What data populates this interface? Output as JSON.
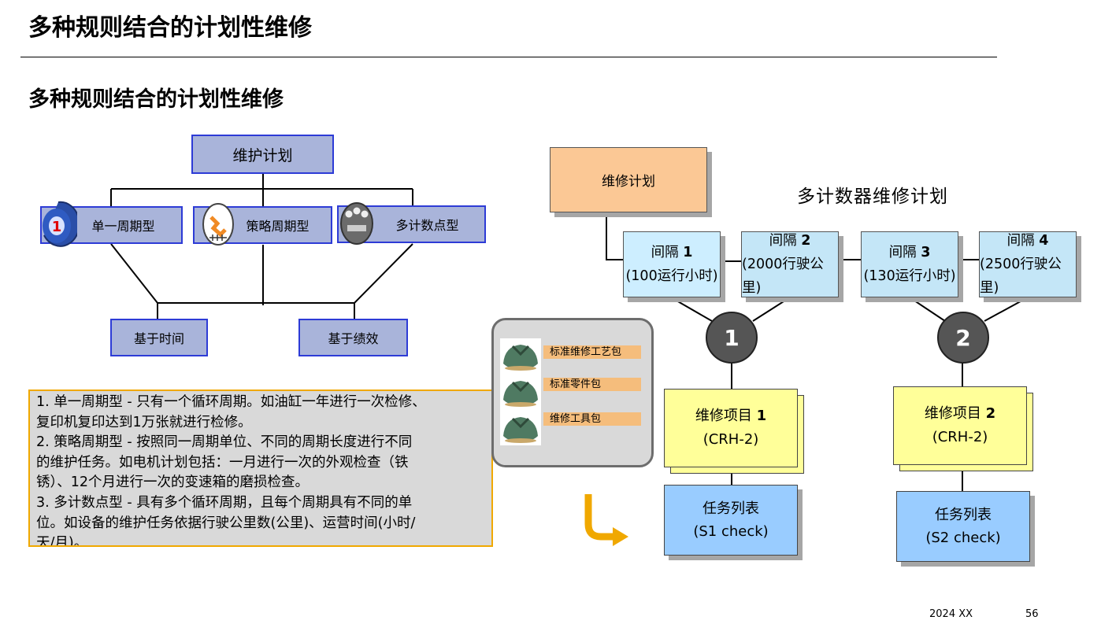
{
  "page": {
    "title": "多种规则结合的计划性维修",
    "section_title": "多种规则结合的计划性维修",
    "footer_date": "2024 XX",
    "page_number": "56"
  },
  "left_diagram": {
    "root": "维护计划",
    "types": [
      {
        "label": "单一周期型",
        "icon": "cycle-number-icon",
        "icon_text": "1"
      },
      {
        "label": "策略周期型",
        "icon": "strategy-icon"
      },
      {
        "label": "多计数点型",
        "icon": "gauge-cluster-icon"
      }
    ],
    "bases": [
      "基于时间",
      "基于绩效"
    ]
  },
  "notes": [
    "1. 单一周期型 - 只有一个循环周期。如油缸一年进行一次检修、",
    "复印机复印达到1万张就进行检修。",
    "2. 策略周期型 - 按照同一周期单位、不同的周期长度进行不同",
    "的维护任务。如电机计划包括：一月进行一次的外观检查（铁",
    "锈）、12个月进行一次的变速箱的磨损检查。",
    "3. 多计数点型 - 具有多个循环周期，且每个周期具有不同的单",
    "位。如设备的维护任务依据行驶公里数(公里)、运营时间(小时/",
    "天/月)。"
  ],
  "right_diagram": {
    "plan": "维修计划",
    "title": "多计数器维修计划",
    "intervals": [
      {
        "label": "间隔",
        "num": "1",
        "detail": "(100运行小时)"
      },
      {
        "label": "间隔",
        "num": "2",
        "detail": "(2000行驶公里)"
      },
      {
        "label": "间隔",
        "num": "3",
        "detail": "(130运行小时)"
      },
      {
        "label": "间隔",
        "num": "4",
        "detail": "(2500行驶公里)"
      }
    ],
    "nodes": [
      "1",
      "2"
    ],
    "items": [
      {
        "label": "维修项目",
        "num": "1",
        "code": "(CRH-2)"
      },
      {
        "label": "维修项目",
        "num": "2",
        "code": "(CRH-2)"
      }
    ],
    "tasks": [
      {
        "label": "任务列表",
        "check": "(S1 check)"
      },
      {
        "label": "任务列表",
        "check": "(S2 check)"
      }
    ],
    "packages": [
      "标准维修工艺包",
      "标准零件包",
      "维修工具包"
    ]
  },
  "colors": {
    "type_box": "#a9b4da",
    "type_border": "#2d3bd6",
    "plan_box": "#fbc895",
    "interval_box": "#cdeeff",
    "item_box": "#ffff99",
    "task_box": "#99ccff",
    "arrow": "#f0a800",
    "note_border": "#f0a800"
  }
}
